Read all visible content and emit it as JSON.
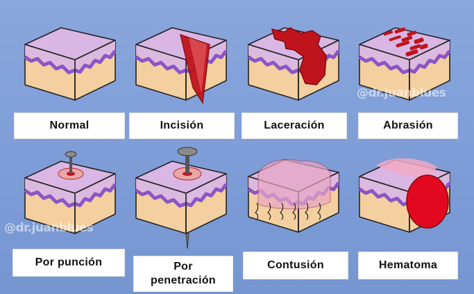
{
  "panels": [
    {
      "id": "normal",
      "label": "Normal"
    },
    {
      "id": "incision",
      "label": "Incisión"
    },
    {
      "id": "laceracion",
      "label": "Laceración"
    },
    {
      "id": "abrasion",
      "label": "Abrasión"
    },
    {
      "id": "puncion",
      "label": "Por punción"
    },
    {
      "id": "penetracion",
      "label": "Por\npenetración"
    },
    {
      "id": "contusion",
      "label": "Contusión"
    },
    {
      "id": "hematoma",
      "label": "Hematoma"
    }
  ],
  "watermarks": [
    "@dr.juanblues",
    "@dr.juanblues"
  ],
  "colors": {
    "background": "#7f9ed8",
    "epidermis": "#d9b6e4",
    "dermis_band": "#8a55c9",
    "hypodermis": "#f4cf9f",
    "blood": "#c0141c",
    "nail": "#8a8a8a"
  }
}
